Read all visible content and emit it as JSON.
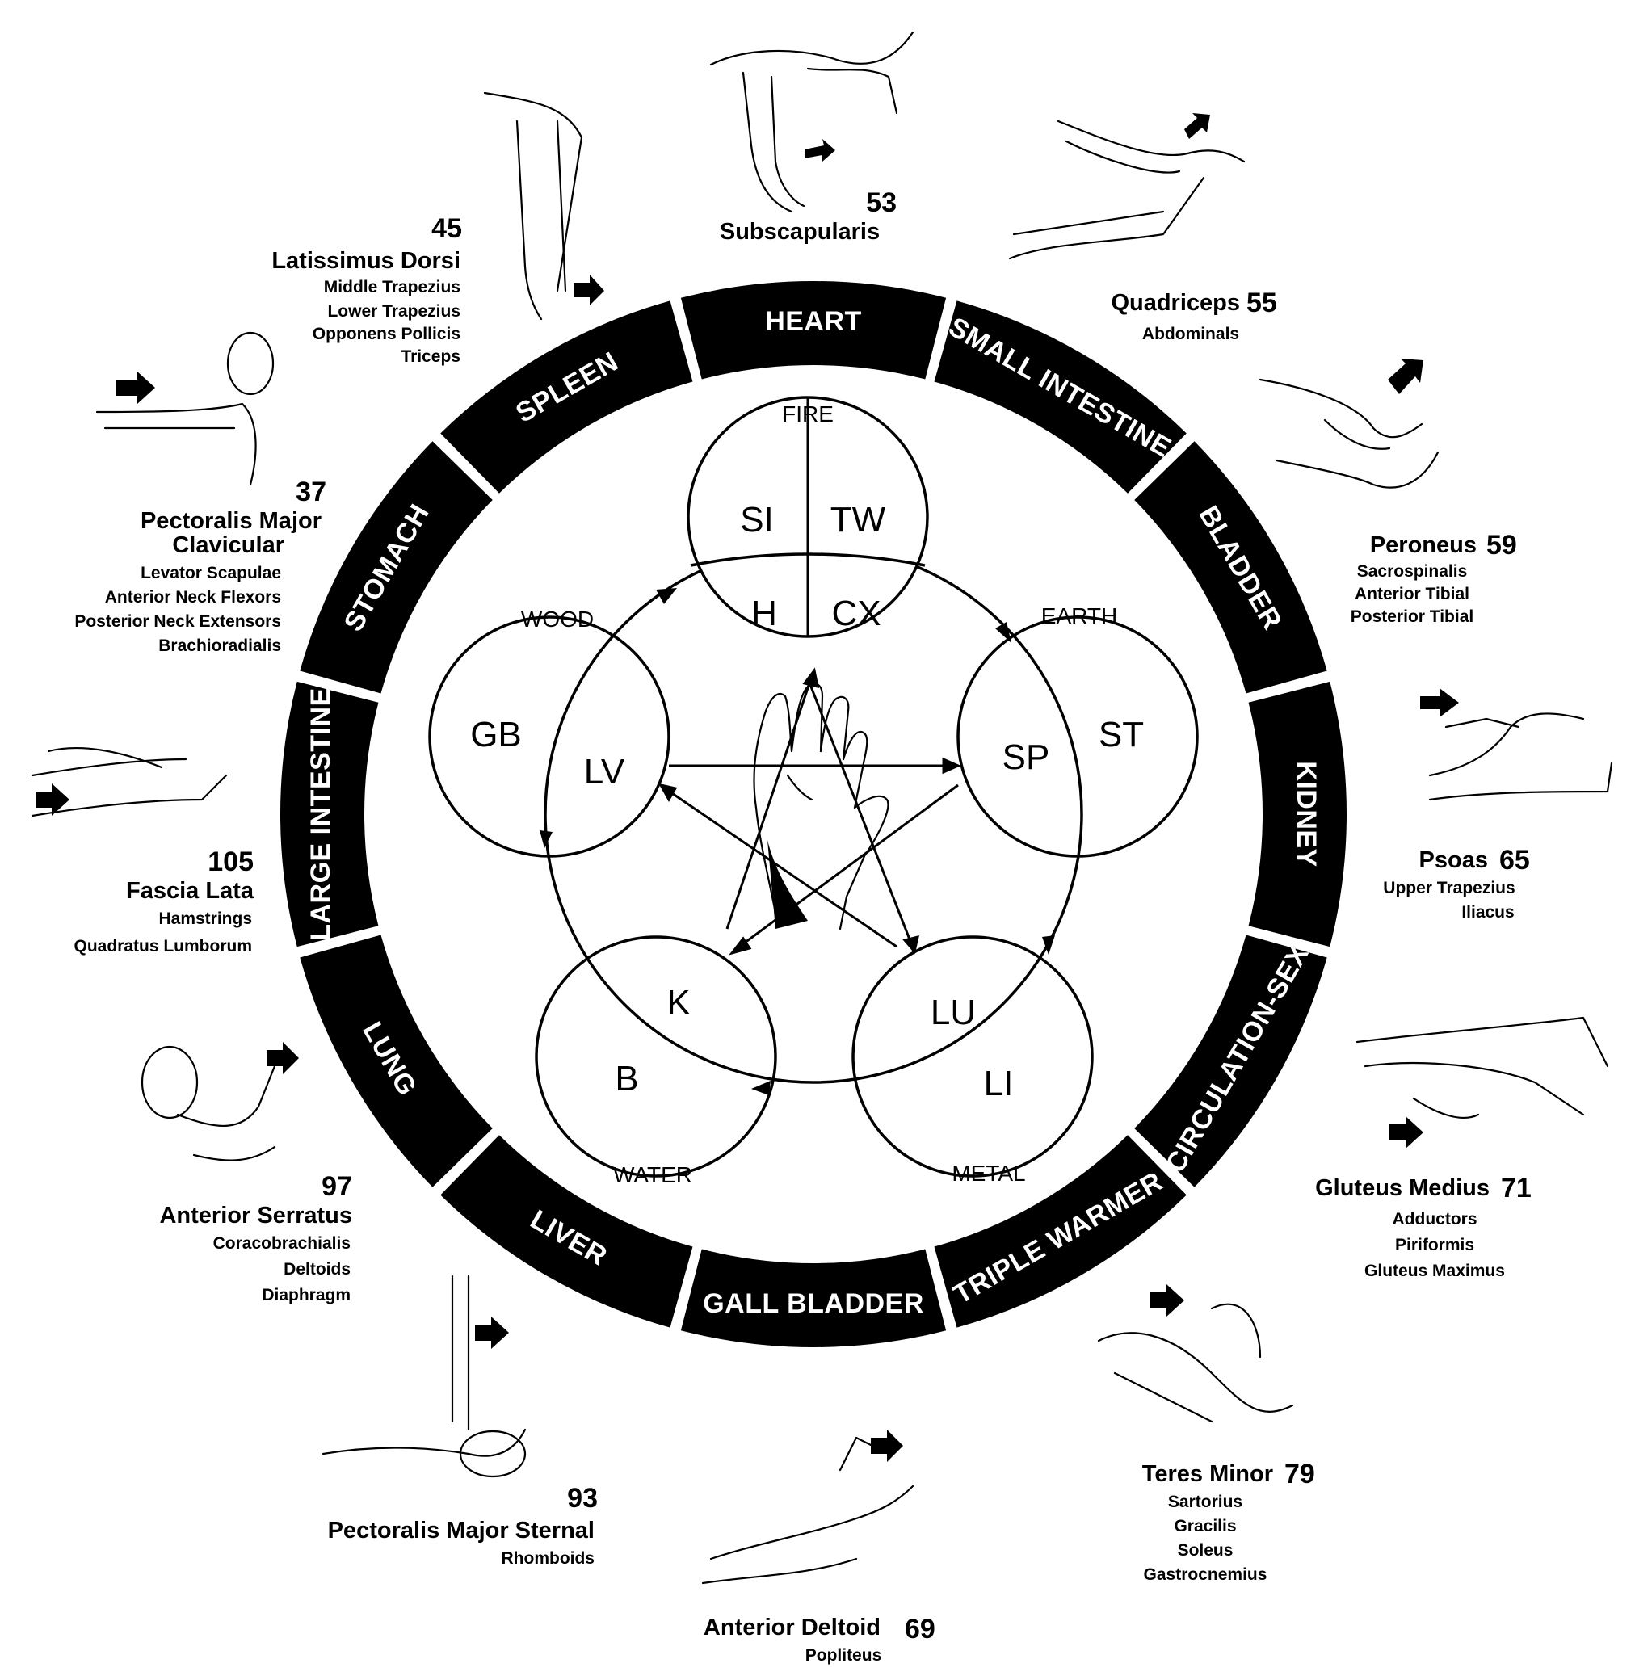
{
  "colors": {
    "ink": "#000000",
    "paper": "#ffffff",
    "ring_text": "#ffffff"
  },
  "meridian_ring": [
    "HEART",
    "SMALL INTESTINE",
    "BLADDER",
    "KIDNEY",
    "CIRCULATION-SEX",
    "TRIPLE WARMER",
    "GALL BLADDER",
    "LIVER",
    "LUNG",
    "LARGE INTESTINE",
    "STOMACH",
    "SPLEEN"
  ],
  "elements": {
    "fire": {
      "label": "FIRE",
      "organs": [
        "SI",
        "TW",
        "H",
        "CX"
      ]
    },
    "earth": {
      "label": "EARTH",
      "organs": [
        "SP",
        "ST"
      ]
    },
    "metal": {
      "label": "METAL",
      "organs": [
        "LU",
        "LI"
      ]
    },
    "water": {
      "label": "WATER",
      "organs": [
        "K",
        "B"
      ]
    },
    "wood": {
      "label": "WOOD",
      "organs": [
        "GB",
        "LV"
      ]
    }
  },
  "muscle_tests": [
    {
      "id": "subscapularis",
      "page": "53",
      "main": "Subscapularis",
      "subs": []
    },
    {
      "id": "quadriceps",
      "page": "55",
      "main": "Quadriceps",
      "subs": [
        "Abdominals"
      ]
    },
    {
      "id": "peroneus",
      "page": "59",
      "main": "Peroneus",
      "subs": [
        "Sacrospinalis",
        "Anterior Tibial",
        "Posterior Tibial"
      ]
    },
    {
      "id": "psoas",
      "page": "65",
      "main": "Psoas",
      "subs": [
        "Upper Trapezius",
        "Iliacus"
      ]
    },
    {
      "id": "gluteus-medius",
      "page": "71",
      "main": "Gluteus Medius",
      "subs": [
        "Adductors",
        "Piriformis",
        "Gluteus Maximus"
      ]
    },
    {
      "id": "teres-minor",
      "page": "79",
      "main": "Teres Minor",
      "subs": [
        "Sartorius",
        "Gracilis",
        "Soleus",
        "Gastrocnemius"
      ]
    },
    {
      "id": "anterior-deltoid",
      "page": "69",
      "main": "Anterior Deltoid",
      "subs": [
        "Popliteus"
      ]
    },
    {
      "id": "pectoralis-major-sternal",
      "page": "93",
      "main": "Pectoralis Major Sternal",
      "subs": [
        "Rhomboids"
      ]
    },
    {
      "id": "anterior-serratus",
      "page": "97",
      "main": "Anterior Serratus",
      "subs": [
        "Coracobrachialis",
        "Deltoids",
        "Diaphragm"
      ]
    },
    {
      "id": "fascia-lata",
      "page": "105",
      "main": "Fascia Lata",
      "subs": [
        "Hamstrings",
        "Quadratus Lumborum"
      ]
    },
    {
      "id": "pectoralis-major-clavicular",
      "page": "37",
      "main": "Pectoralis Major",
      "main2": "Clavicular",
      "subs": [
        "Levator Scapulae",
        "Anterior Neck Flexors",
        "Posterior Neck Extensors",
        "Brachioradialis"
      ]
    },
    {
      "id": "latissimus-dorsi",
      "page": "45",
      "main": "Latissimus Dorsi",
      "subs": [
        "Middle Trapezius",
        "Lower Trapezius",
        "Opponens Pollicis",
        "Triceps"
      ]
    }
  ]
}
